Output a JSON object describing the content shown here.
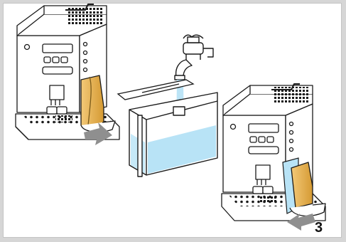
{
  "figure": {
    "step_number": "3",
    "colors": {
      "background": "#d6d6d6",
      "panel": "#ffffff",
      "outline": "#1a1a1a",
      "water": "#a9dcf2",
      "water_tank": "#b8e3f6",
      "hand_tint": "#e8b44a",
      "arrow": "#8f8f8f"
    },
    "icons": [
      "coffee-machine",
      "water-tap",
      "water-tank",
      "removal-arrow",
      "insertion-arrow"
    ]
  }
}
